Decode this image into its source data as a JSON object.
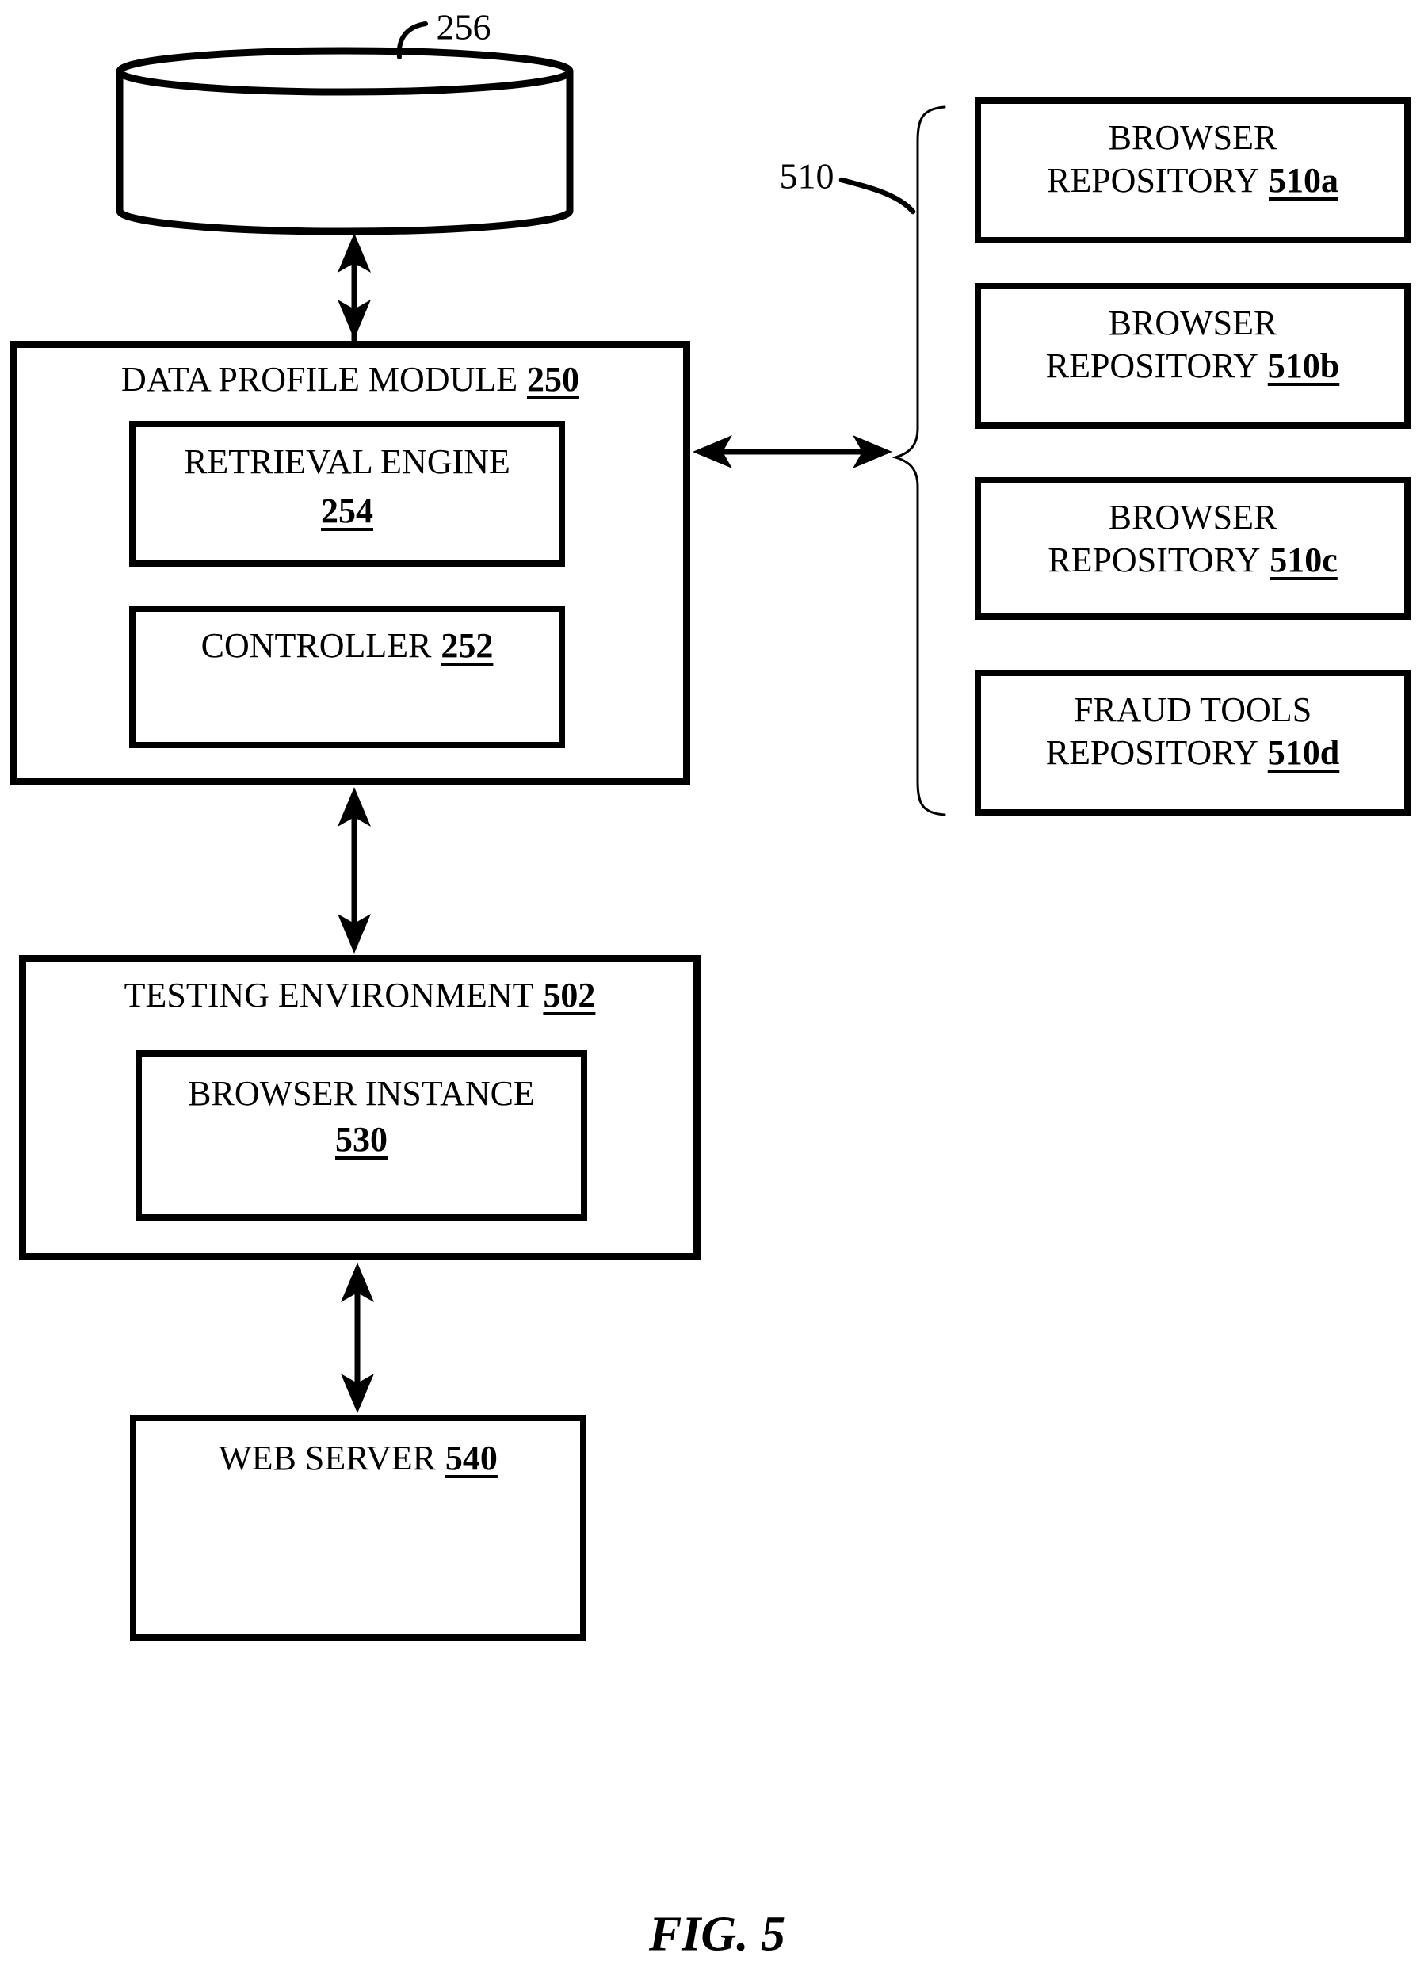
{
  "figure": {
    "caption": "FIG. 5"
  },
  "database": {
    "ref": "256"
  },
  "group": {
    "ref": "510"
  },
  "data_profile_module": {
    "label": "DATA PROFILE MODULE",
    "ref": "250"
  },
  "retrieval_engine": {
    "label": "RETRIEVAL ENGINE",
    "ref": "254"
  },
  "controller": {
    "label": "CONTROLLER",
    "ref": "252"
  },
  "testing_environment": {
    "label": "TESTING ENVIRONMENT",
    "ref": "502"
  },
  "browser_instance": {
    "label": "BROWSER INSTANCE",
    "ref": "530"
  },
  "web_server": {
    "label": "WEB SERVER",
    "ref": "540"
  },
  "repositories": [
    {
      "line1": "BROWSER",
      "line2": "REPOSITORY",
      "ref": "510a"
    },
    {
      "line1": "BROWSER",
      "line2": "REPOSITORY",
      "ref": "510b"
    },
    {
      "line1": "BROWSER",
      "line2": "REPOSITORY",
      "ref": "510c"
    },
    {
      "line1": "FRAUD TOOLS",
      "line2": "REPOSITORY",
      "ref": "510d"
    }
  ],
  "colors": {
    "ink": "#000000",
    "background": "#ffffff"
  }
}
